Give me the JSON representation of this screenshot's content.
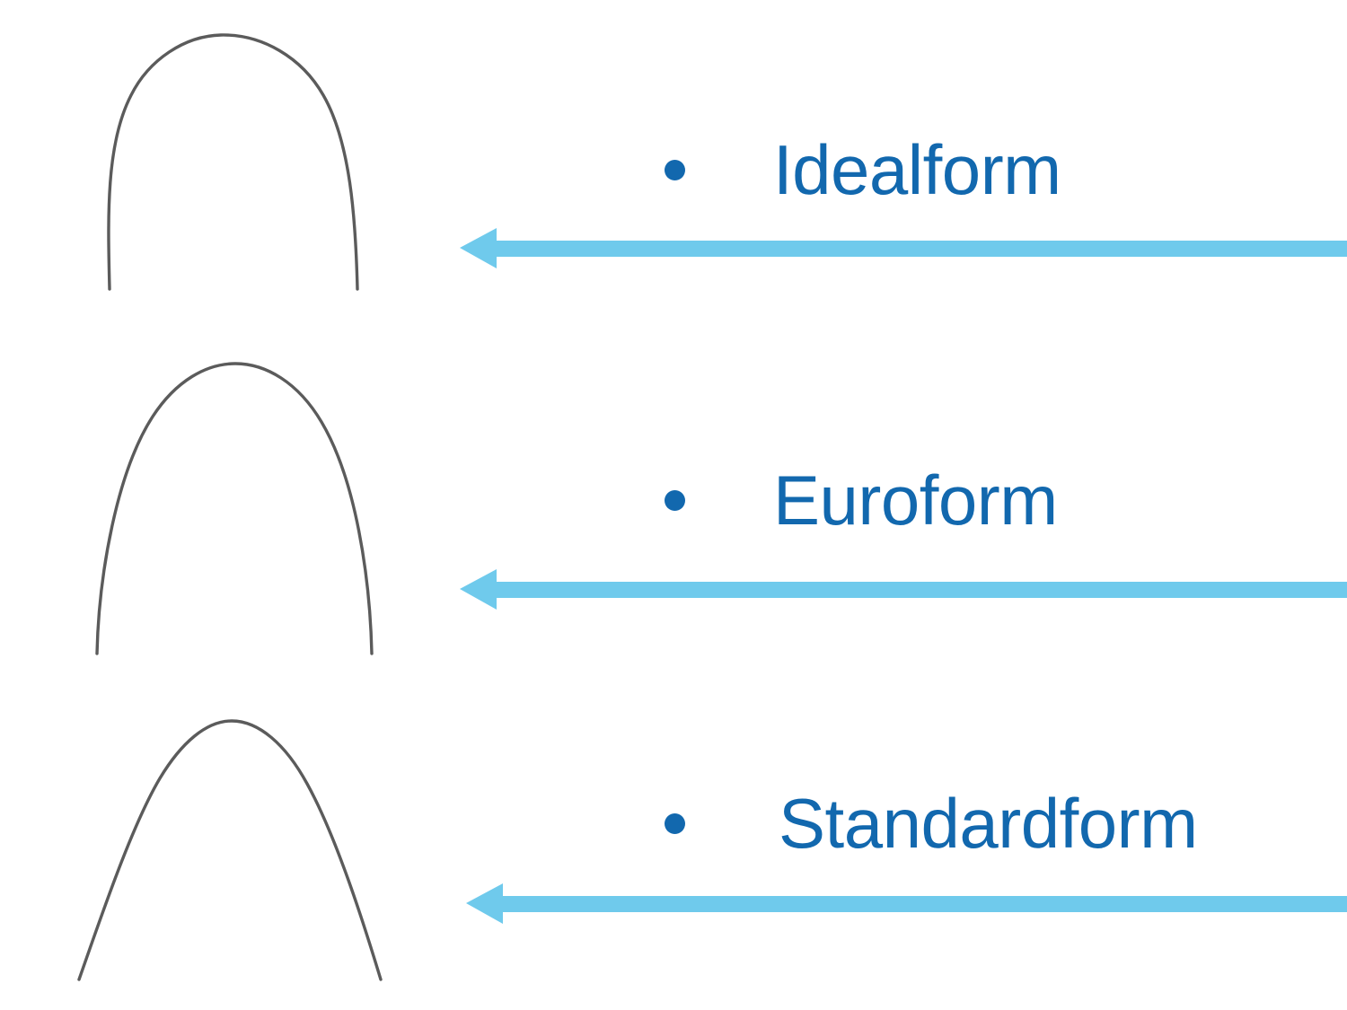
{
  "slide": {
    "background_color": "#ffffff",
    "title": "",
    "accent_color": "#6fcaec",
    "text_color": "#1268ae",
    "wire_color": "#5b5b5b"
  },
  "rows": [
    {
      "label": "Idealform",
      "bullet": "bullet-dot",
      "arch_shape": "broad-square-u-arch",
      "arrow_direction": "left",
      "arrow_color": "#6fcaec",
      "text_color": "#1268ae"
    },
    {
      "label": "Euroform",
      "bullet": "bullet-dot",
      "arch_shape": "rounded-parabolic-arch",
      "arrow_direction": "left",
      "arrow_color": "#6fcaec",
      "text_color": "#1268ae"
    },
    {
      "label": "Standardform",
      "bullet": "bullet-dot",
      "arch_shape": "tapered-v-arch",
      "arrow_direction": "left",
      "arrow_color": "#6fcaec",
      "text_color": "#1268ae"
    }
  ]
}
